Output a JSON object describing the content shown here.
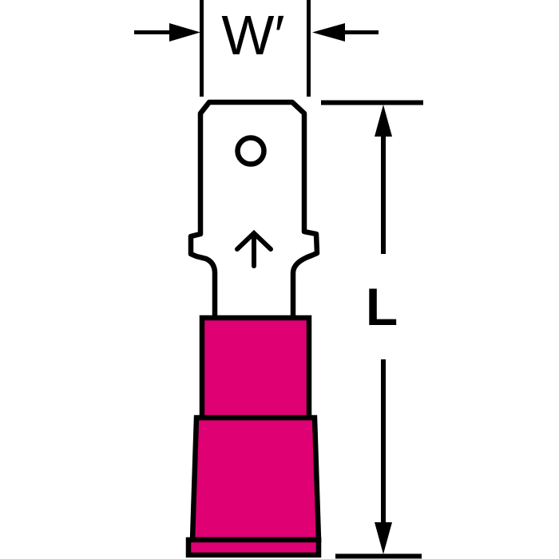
{
  "diagram": {
    "type": "technical-dimension-drawing",
    "subject": "male-quick-disconnect-terminal",
    "labels": {
      "width": "W′",
      "length": "L"
    },
    "colors": {
      "insulation": "#DF0073",
      "outline": "#000000",
      "background": "#FFFFFF"
    }
  }
}
